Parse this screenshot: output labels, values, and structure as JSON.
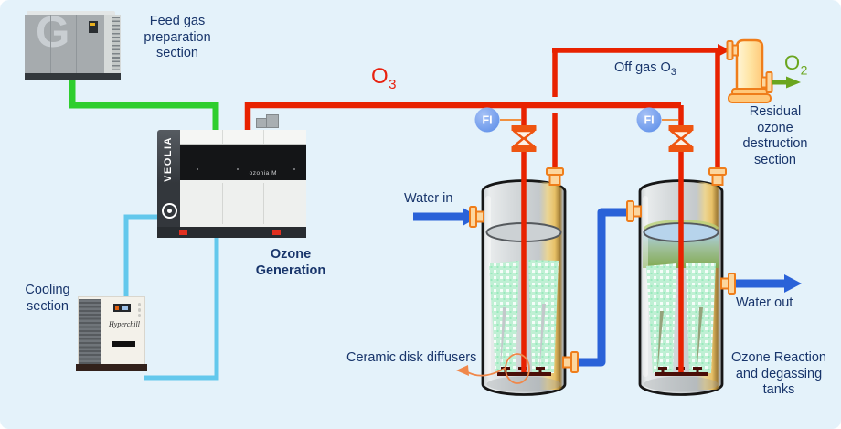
{
  "machines": {
    "compressor": {
      "panel_letter": "G",
      "section_label_lines": [
        "Feed gas",
        "preparation",
        "section"
      ]
    },
    "ozone_generator": {
      "brand": "VEOLIA",
      "model": "ozonia M",
      "label_lines": [
        "Ozone",
        "Generation"
      ]
    },
    "chiller": {
      "brand": "Hyperchill",
      "section_label_lines": [
        "Cooling",
        "section"
      ]
    }
  },
  "streams": {
    "o3_label": {
      "base": "O",
      "sub": "3"
    },
    "o2_label": {
      "base": "O",
      "sub": "2"
    },
    "off_gas_label": {
      "base": "Off gas O",
      "sub": "3"
    },
    "water_in": "Water in",
    "water_out": "Water out"
  },
  "instruments": {
    "fi1": "FI",
    "fi2": "FI"
  },
  "annotations": {
    "ceramic_diffusers": "Ceramic disk diffusers",
    "residual_lines": [
      "Residual",
      "ozone",
      "destruction",
      "section"
    ],
    "tanks_lines": [
      "Ozone Reaction",
      "and degassing",
      "tanks"
    ]
  },
  "colors": {
    "background": "#e4f2fa",
    "label_text": "#18356b",
    "ozone_pipe_red": "#e82200",
    "feed_gas_pipe_green": "#2ece2e",
    "cooling_pipe_cyan": "#63c8ec",
    "water_pipe_blue": "#2a62d8",
    "equipment_orange": "#ef7d1a",
    "oxygen_green": "#6aa51e",
    "instrument_blue": "#6f9ff0",
    "diffuser_maroon": "#4a0e08",
    "bubble_mint": "#bff0d4"
  }
}
